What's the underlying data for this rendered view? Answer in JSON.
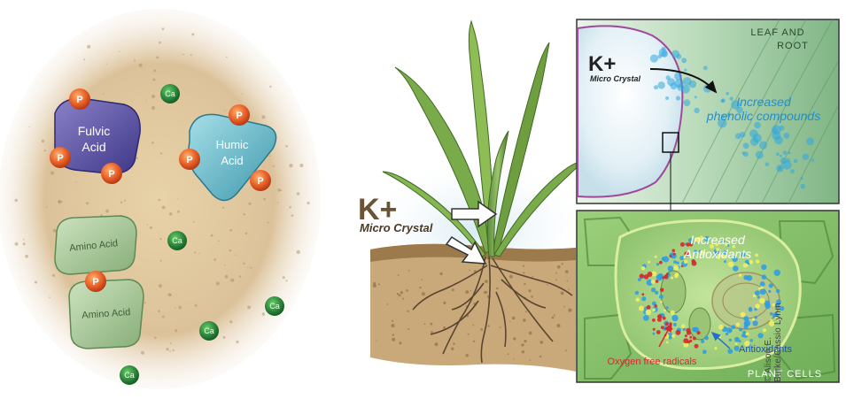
{
  "soil_panel": {
    "fulvic_acid": "Fulvic Acid",
    "humic_acid": "Humic Acid",
    "amino_acid_1": "Amino Acid",
    "amino_acid_2": "Amino Acid",
    "phosphorus": "P",
    "calcium": "Ca"
  },
  "plant_panel": {
    "k_plus": "K+",
    "micro_crystal": "Micro Crystal"
  },
  "leaf_panel": {
    "title_line1": "LEAF AND",
    "title_line2": "ROOT",
    "k_plus": "K+",
    "micro_crystal": "Micro Crystal",
    "effect_line1": "Increased",
    "effect_line2": "phenolic compounds"
  },
  "cell_panel": {
    "effect_line1": "Increased",
    "effect_line2": "Antioxidants",
    "oxygen_label": "Oxygen free radicals",
    "antioxidants_label": "Antioxidants",
    "title": "PLANT CELLS"
  },
  "credit": "© Alison E. Burke/Cassio Lynm",
  "colors": {
    "soil": "#dcc29a",
    "fulvic": "#5a50a0",
    "humic": "#6fb8c8",
    "amino": "#a9c99a",
    "phosphorus": "#e8622a",
    "calcium": "#2e8a3e",
    "leaf_green": "#8cc08c",
    "phenolic": "#30a8e0",
    "radicals": "#d8262e",
    "antioxidant_dots": "#f2ee60"
  }
}
